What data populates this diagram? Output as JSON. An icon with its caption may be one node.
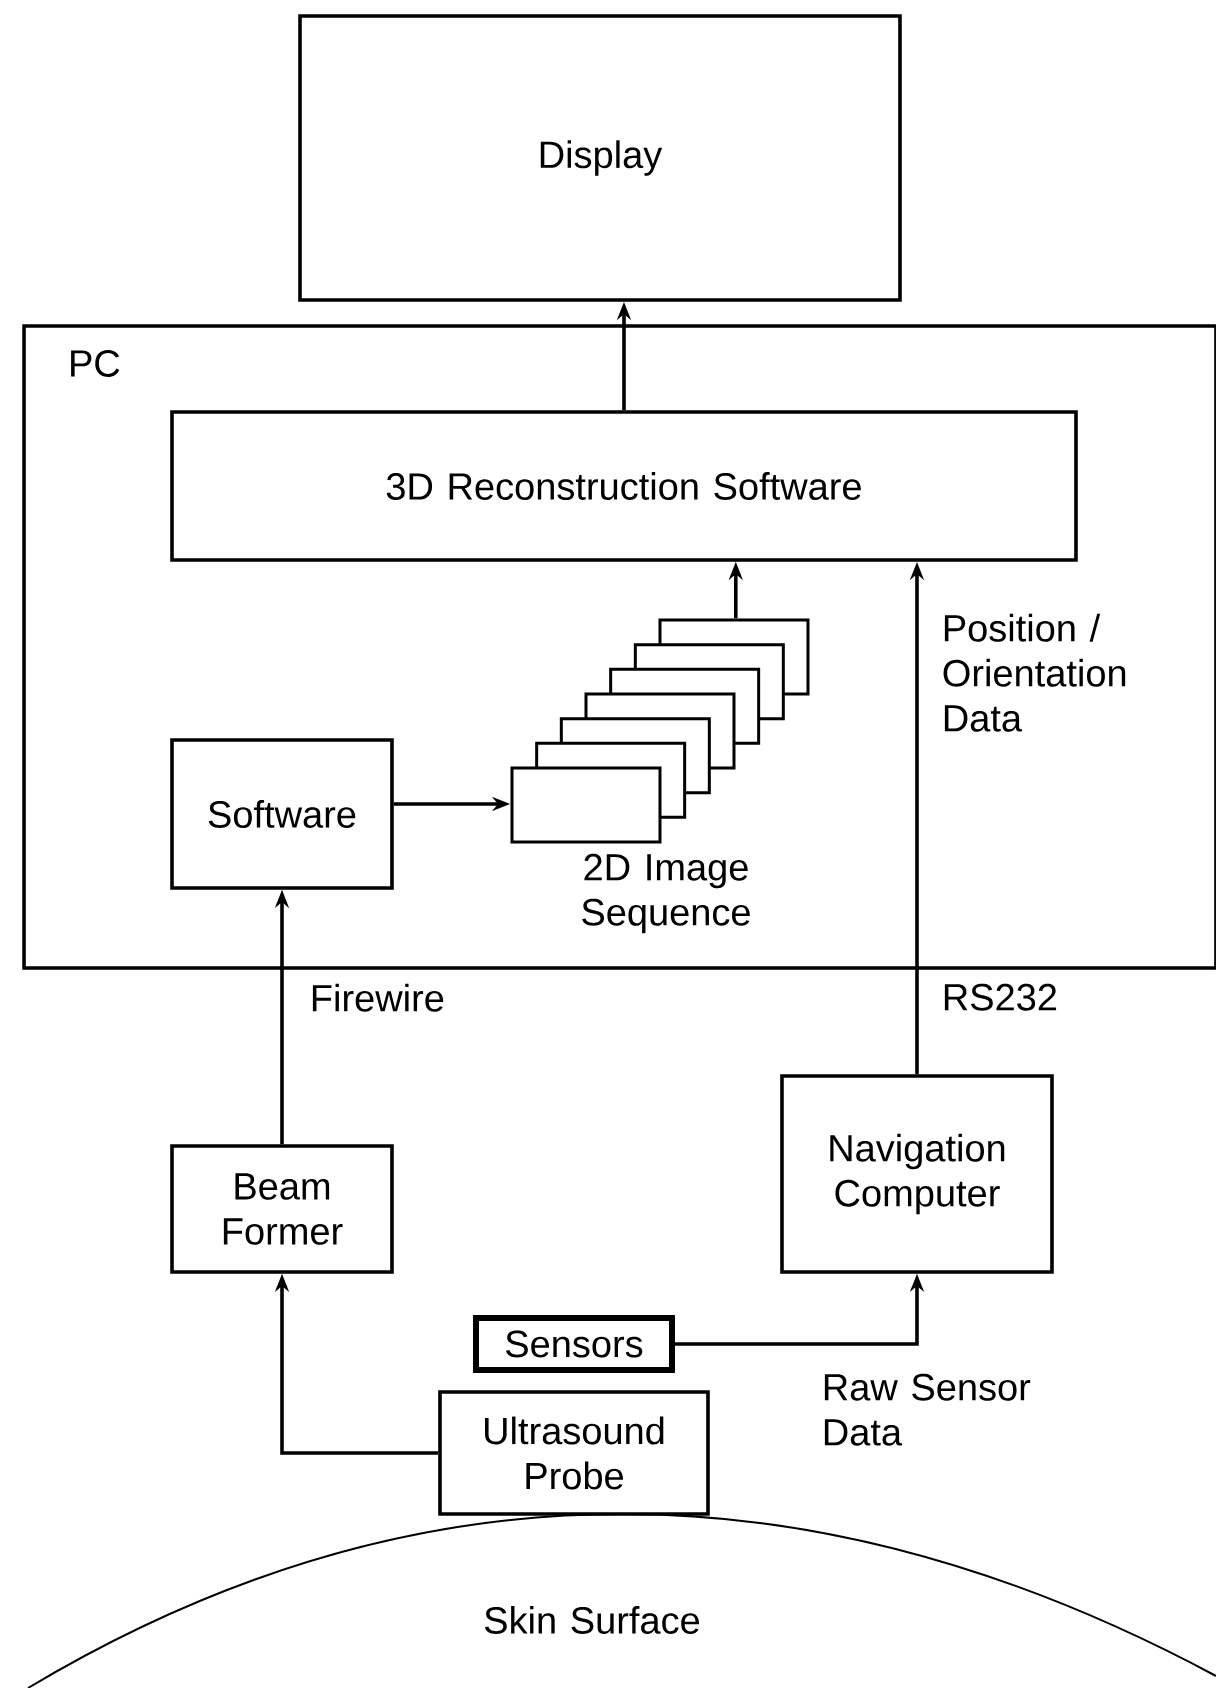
{
  "diagram": {
    "nodes": [
      {
        "text": [
          "Display"
        ]
      },
      {
        "text": [
          "PC"
        ]
      },
      {
        "text": [
          "3D Reconstruction Software"
        ],
        "in": 1
      },
      {
        "text": [
          "Software"
        ],
        "in": 1
      },
      {
        "text": [],
        "shape": "box",
        "beside": [
          "2D Image Sequence"
        ],
        "in": 1
      },
      {
        "text": [
          "Beam Former"
        ]
      },
      {
        "text": [
          "Navigation Computer"
        ]
      },
      {
        "text": [
          "Sensors"
        ]
      },
      {
        "text": [
          "Ultrasound Probe"
        ]
      },
      {
        "text": [
          "Skin Surface"
        ]
      }
    ],
    "edges": [
      {
        "from": 2,
        "to": 0,
        "arrow": "to"
      },
      {
        "from": 3,
        "to": 4,
        "arrow": "to"
      },
      {
        "from": 4,
        "to": 2,
        "arrow": "to"
      },
      {
        "from": 6,
        "to": 2,
        "arrow": "to",
        "label": "Position / Orientation Data"
      },
      {
        "from": 5,
        "to": 3,
        "arrow": "to",
        "label": "Firewire"
      },
      {
        "from": 7,
        "to": 6,
        "arrow": "to",
        "label": "Raw Sensor Data"
      },
      {
        "from": 8,
        "to": 5,
        "arrow": "to"
      }
    ],
    "labels": [
      "RS232"
    ]
  }
}
